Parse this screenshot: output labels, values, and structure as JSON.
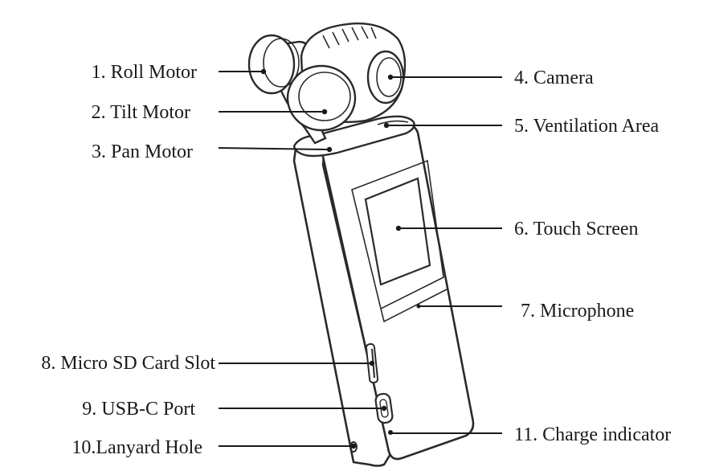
{
  "labels": {
    "roll_motor": "1. Roll Motor",
    "tilt_motor": "2. Tilt Motor",
    "pan_motor": "3. Pan Motor",
    "camera": "4. Camera",
    "ventilation_area": "5. Ventilation Area",
    "touch_screen": "6. Touch Screen",
    "microphone": "7. Microphone",
    "micro_sd_card_slot": "8. Micro SD Card Slot",
    "usb_c_port": "9. USB-C Port",
    "lanyard_hole": "10.Lanyard Hole",
    "charge_indicator": "11. Charge indicator"
  },
  "colors": {
    "ink": "#1a1a1a",
    "background": "#ffffff"
  }
}
